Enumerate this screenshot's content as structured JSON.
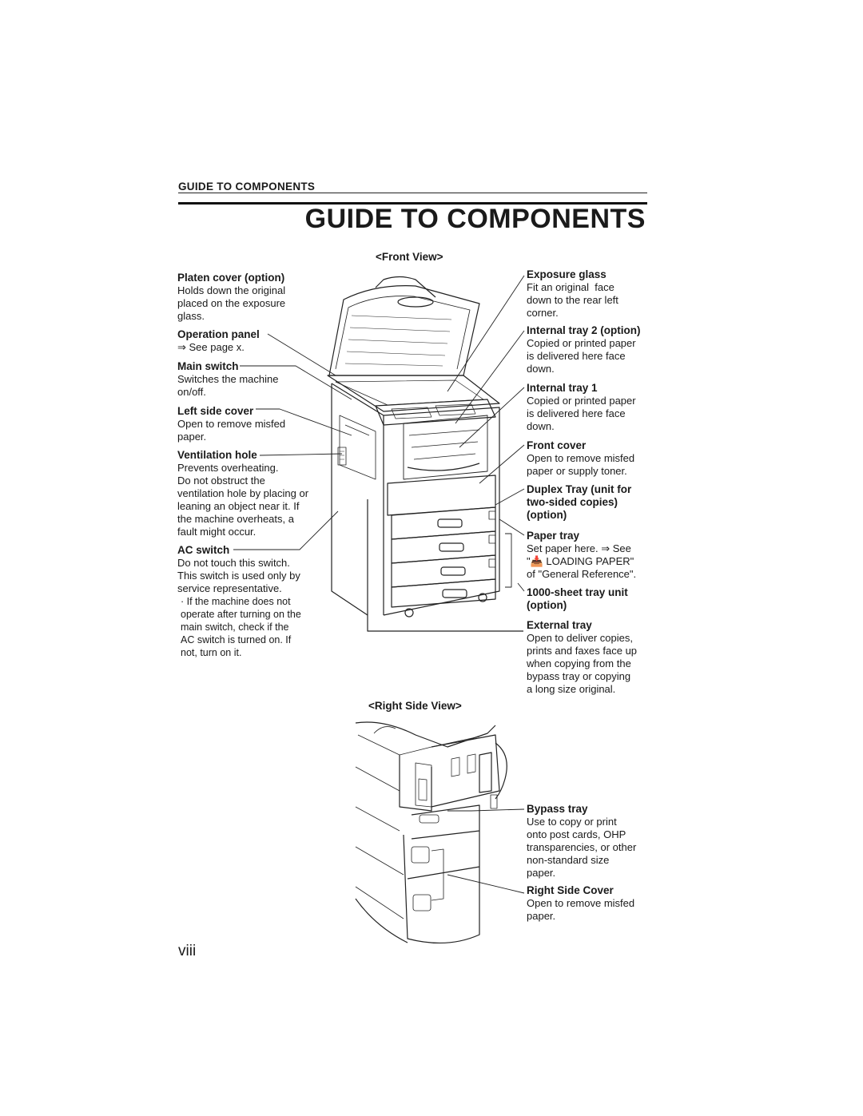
{
  "header": {
    "running_head": "GUIDE TO COMPONENTS",
    "title": "GUIDE TO COMPONENTS"
  },
  "front_view": {
    "label": "<Front View>",
    "left_callouts": [
      {
        "label": "Platen cover (option)",
        "desc": "Holds down the original\nplaced on the exposure\nglass."
      },
      {
        "label": "Operation panel",
        "desc": "⇒ See page x."
      },
      {
        "label": "Main switch",
        "desc": "Switches the machine\non/off."
      },
      {
        "label": "Left side cover",
        "desc": "Open to remove misfed\npaper."
      },
      {
        "label": "Ventilation hole",
        "desc": "Prevents overheating.\nDo not obstruct the\nventilation hole by placing or\nleaning an object near it. If\nthe machine overheats, a\nfault might occur."
      },
      {
        "label": "AC switch",
        "desc": "Do not touch this switch.\nThis switch is used only by\nservice representative.",
        "note": "· If the machine does not\n  operate after turning on the\n  main switch, check if the\n  AC switch is turned on. If\n  not, turn on it."
      }
    ],
    "right_callouts": [
      {
        "label": "Exposure glass",
        "desc": "Fit an original  face\ndown to the rear left\ncorner."
      },
      {
        "label": "Internal tray 2 (option)",
        "desc": "Copied or printed paper\nis delivered here face\ndown."
      },
      {
        "label": "Internal tray 1",
        "desc": "Copied or printed paper\nis delivered here face\ndown."
      },
      {
        "label": "Front cover",
        "desc": "Open to remove misfed\npaper or supply toner."
      },
      {
        "label": "Duplex Tray (unit for\ntwo-sided copies)\n(option)",
        "desc": ""
      },
      {
        "label": "Paper tray",
        "desc": "Set paper here. ⇒ See\n\"📥 LOADING PAPER\"\nof \"General Reference\"."
      },
      {
        "label": "1000-sheet tray unit\n(option)",
        "desc": ""
      },
      {
        "label": "External tray",
        "desc": "Open to deliver copies,\nprints and faxes face up\nwhen copying from the\nbypass tray or copying\na long size original."
      }
    ]
  },
  "right_view": {
    "label": "<Right Side View>",
    "callouts": [
      {
        "label": "Bypass tray",
        "desc": "Use to copy or print\nonto post cards, OHP\ntransparencies, or other\nnon-standard size\npaper."
      },
      {
        "label": "Right Side Cover",
        "desc": "Open to remove misfed\npaper."
      }
    ]
  },
  "footer": {
    "page_number": "viii"
  }
}
